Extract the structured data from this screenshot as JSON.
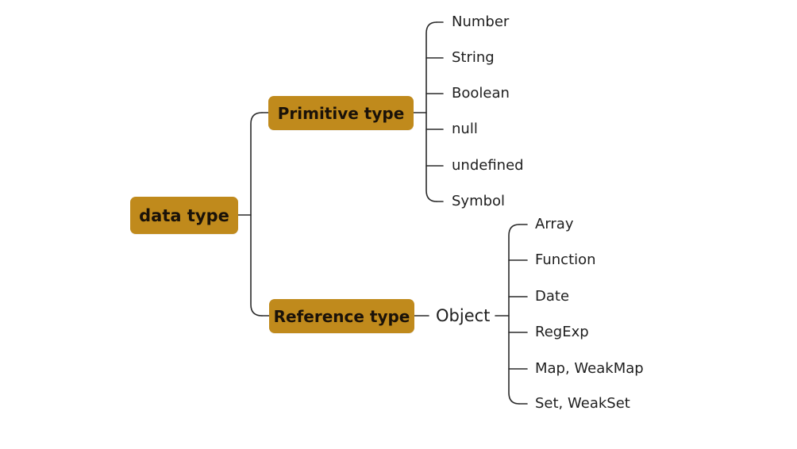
{
  "root": {
    "label": "data type"
  },
  "primitive": {
    "label": "Primitive type",
    "children": [
      "Number",
      "String",
      "Boolean",
      "null",
      "undefined",
      "Symbol"
    ]
  },
  "reference": {
    "label": "Reference type",
    "object_label": "Object",
    "children": [
      "Array",
      "Function",
      "Date",
      "RegExp",
      "Map, WeakMap",
      "Set, WeakSet"
    ]
  },
  "colors": {
    "node_fill": "#c08a1c",
    "line": "#2a2a2a"
  }
}
